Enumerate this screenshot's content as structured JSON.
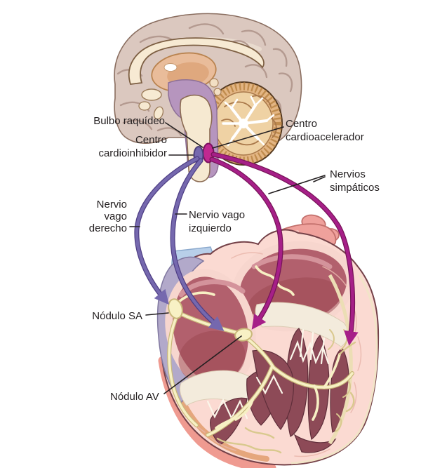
{
  "figure": {
    "labels": {
      "bulbo_raquideo": "Bulbo raquídeo",
      "centro_cardioinhibidor": "Centro\ncardioinhibidor",
      "centro_cardioacelerador": "Centro\ncardioacelerador",
      "nervios_simpaticos": "Nervios\nsimpáticos",
      "nervio_vago_derecho": "Nervio\nvago\nderecho",
      "nervio_vago_izquierdo": "Nervio vago\nizquierdo",
      "nodulo_sa": "Nódulo SA",
      "nodulo_av": "Nódulo AV"
    },
    "colors": {
      "vagus_nerve": "#7568ae",
      "sympathetic_nerve": "#b02489",
      "cardioinhibitory_center": "#7568ae",
      "cardioaccelerator_center": "#c02890",
      "sa_node": "#f8f1c5",
      "av_node": "#f8f1c5",
      "label_text": "#231f20"
    }
  }
}
